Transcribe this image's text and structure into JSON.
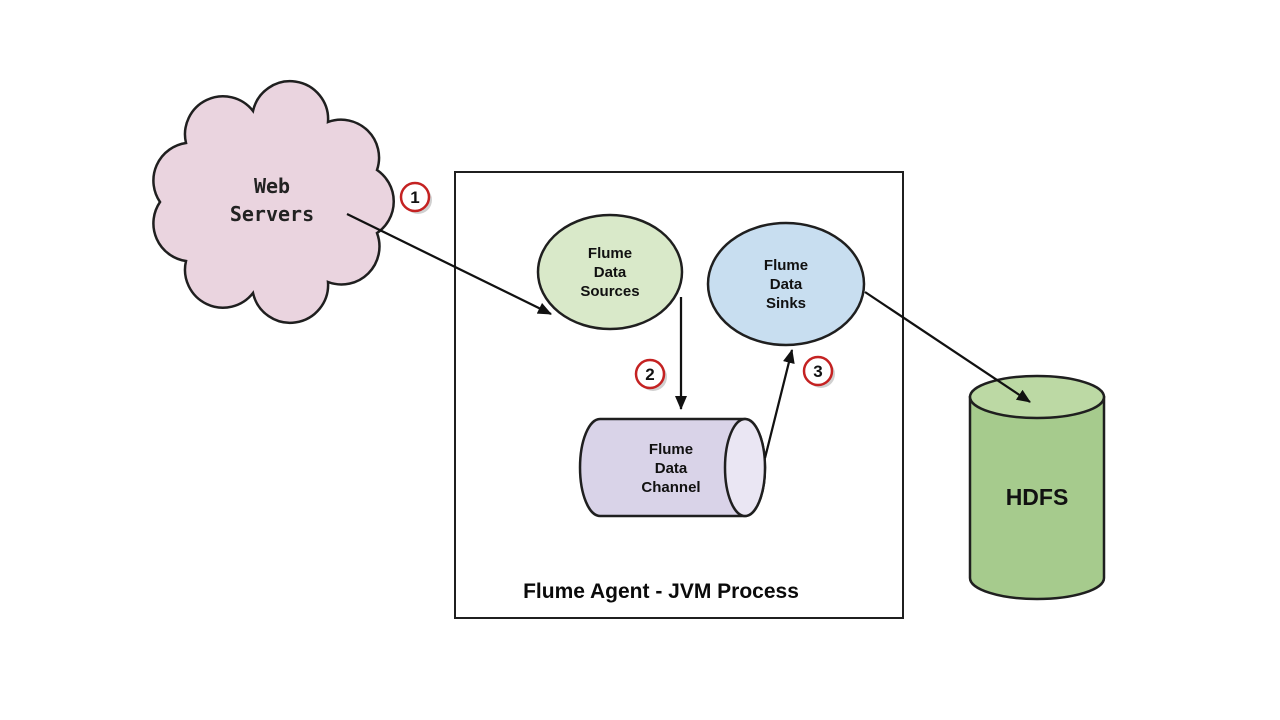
{
  "diagram": {
    "agent_box": {
      "title": "Flume Agent - JVM Process"
    },
    "nodes": {
      "web_servers": {
        "lines": [
          "Web",
          "Servers"
        ]
      },
      "flume_sources": {
        "lines": [
          "Flume",
          "Data",
          "Sources"
        ]
      },
      "flume_sinks": {
        "lines": [
          "Flume",
          "Data",
          "Sinks"
        ]
      },
      "flume_channel": {
        "lines": [
          "Flume",
          "Data",
          "Channel"
        ]
      },
      "hdfs": {
        "label": "HDFS"
      }
    },
    "step_badges": [
      {
        "label": "1"
      },
      {
        "label": "2"
      },
      {
        "label": "3"
      }
    ],
    "colors": {
      "cloud_fill": "#ead4df",
      "sources_fill": "#d9e9c9",
      "sinks_fill": "#c8def0",
      "channel_fill": "#d9d3e8",
      "channel_cap_fill": "#eae6f3",
      "hdfs_fill": "#a6cb8d",
      "hdfs_top_fill": "#bcd9a4",
      "agent_box_fill": "#ffffff",
      "badge_ring": "#c42222",
      "badge_fill": "#ffffff"
    }
  }
}
